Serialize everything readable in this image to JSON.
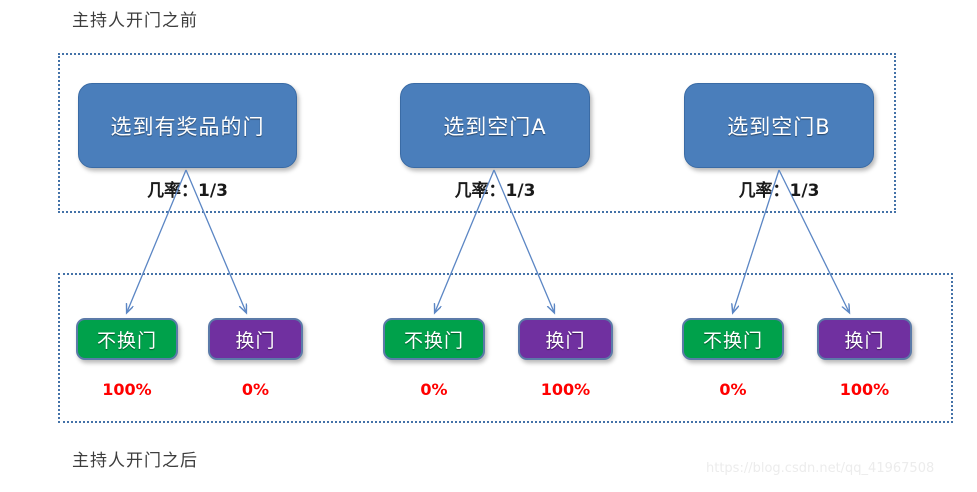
{
  "diagram": {
    "title_top": "主持人开门之前",
    "title_bottom": "主持人开门之后",
    "watermark": "https://blog.csdn.net/qq_41967508",
    "colors": {
      "blue_node": "#4a7ebb",
      "green_node": "#00a14b",
      "purple_node": "#7030a0",
      "group_border": "#4472a8",
      "arrow": "#5b86c4",
      "percent_text": "#ff0000",
      "caption_text": "#3d3d3d"
    },
    "before_group": {
      "nodes": [
        {
          "label": "选到有奖品的门",
          "probability": "几率：1/3"
        },
        {
          "label": "选到空门A",
          "probability": "几率：1/3"
        },
        {
          "label": "选到空门B",
          "probability": "几率：1/3"
        }
      ]
    },
    "after_group": {
      "branches": [
        {
          "stay": {
            "label": "不换门",
            "percent": "100%"
          },
          "switch": {
            "label": "换门",
            "percent": "0%"
          }
        },
        {
          "stay": {
            "label": "不换门",
            "percent": "0%"
          },
          "switch": {
            "label": "换门",
            "percent": "100%"
          }
        },
        {
          "stay": {
            "label": "不换门",
            "percent": "0%"
          },
          "switch": {
            "label": "换门",
            "percent": "100%"
          }
        }
      ]
    }
  }
}
